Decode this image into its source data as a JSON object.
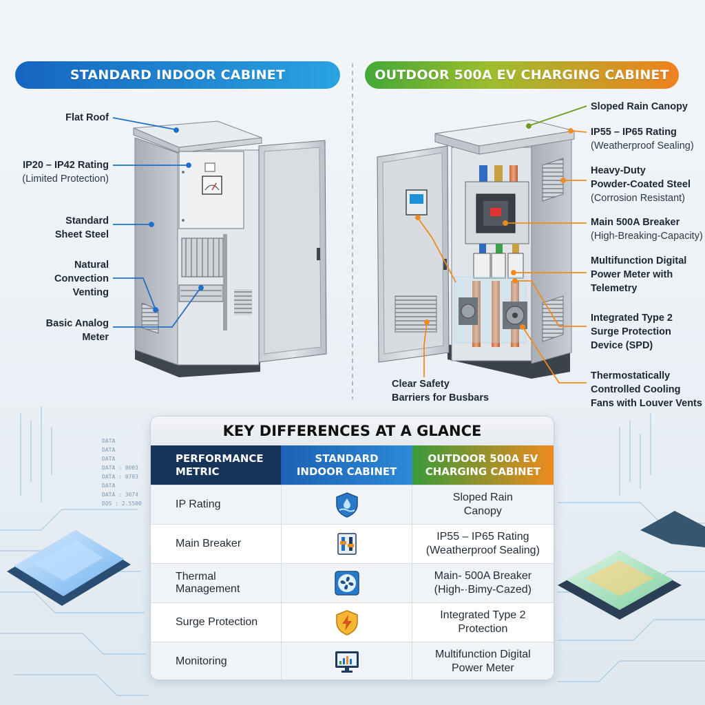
{
  "headers": {
    "left": "STANDARD INDOOR CABINET",
    "right": "OUTDOOR 500A EV CHARGING CABINET"
  },
  "left_labels": {
    "flat_roof": "Flat Roof",
    "ip_rating": "IP20 – IP42 Rating",
    "ip_rating_sub": "(Limited Protection)",
    "sheet_steel_1": "Standard",
    "sheet_steel_2": "Sheet Steel",
    "venting_1": "Natural",
    "venting_2": "Convection",
    "venting_3": "Venting",
    "meter_1": "Basic Analog",
    "meter_2": "Meter"
  },
  "right_labels": {
    "canopy": "Sloped Rain Canopy",
    "ip_rating": "IP55 – IP65 Rating",
    "ip_rating_sub": "(Weatherproof Sealing)",
    "steel_1": "Heavy-Duty",
    "steel_2": "Powder-Coated Steel",
    "steel_sub": "(Corrosion Resistant)",
    "breaker": "Main 500A Breaker",
    "breaker_sub": "(High-Breaking-Capacity)",
    "meter_1": "Multifunction Digital",
    "meter_2": "Power Meter with",
    "meter_3": "Telemetry",
    "spd_1": "Integrated Type 2",
    "spd_2": "Surge Protection",
    "spd_3": "Device (SPD)",
    "cooling_1": "Thermostatically",
    "cooling_2": "Controlled Cooling",
    "cooling_3": "Fans with Louver Vents",
    "barrier_1": "Clear Safety",
    "barrier_2": "Barriers for Busbars"
  },
  "table": {
    "title": "KEY DIFFERENCES AT A GLANCE",
    "col1_a": "PERFORMANCE",
    "col1_b": "METRIC",
    "col2_a": "STANDARD",
    "col2_b": "INDOOR CABINET",
    "col3_a": "OUTDOOR 500A EV",
    "col3_b": "CHARGING CABINET",
    "rows": [
      {
        "metric": "IP Rating",
        "icon": "water-shield-icon",
        "outdoor_a": "Sloped Rain",
        "outdoor_b": "Canopy"
      },
      {
        "metric": "Main Breaker",
        "icon": "breaker-switch-icon",
        "outdoor_a": "IP55 – IP65 Rating",
        "outdoor_b": "(Weatherproof Sealing)"
      },
      {
        "metric": "Thermal",
        "metric_b": "Management",
        "icon": "fan-icon",
        "outdoor_a": "Main- 500A Breaker",
        "outdoor_b": "(High-·Bimy-Cazed)"
      },
      {
        "metric": "Surge Protection",
        "icon": "lightning-shield-icon",
        "outdoor_a": "Integrated Type 2",
        "outdoor_b": "Protection"
      },
      {
        "metric": "Monitoring",
        "icon": "monitor-chart-icon",
        "outdoor_a": "Multifunction Digital",
        "outdoor_b": "Power Meter"
      }
    ]
  },
  "decor": {
    "data_lines": [
      "DATA",
      "DATA",
      "DATA",
      "DATA : 0003",
      "DATA : 0703",
      "DATA",
      "DATA : 3074",
      "DOS : 2.5500"
    ]
  },
  "colors": {
    "left_header_from": "#1565c0",
    "left_header_to": "#29a3e0",
    "right_header_from": "#43a838",
    "right_header_to": "#f0801e",
    "callout_blue": "#1f6fc9",
    "callout_orange": "#f08a1c",
    "callout_green": "#6a9c1e"
  }
}
